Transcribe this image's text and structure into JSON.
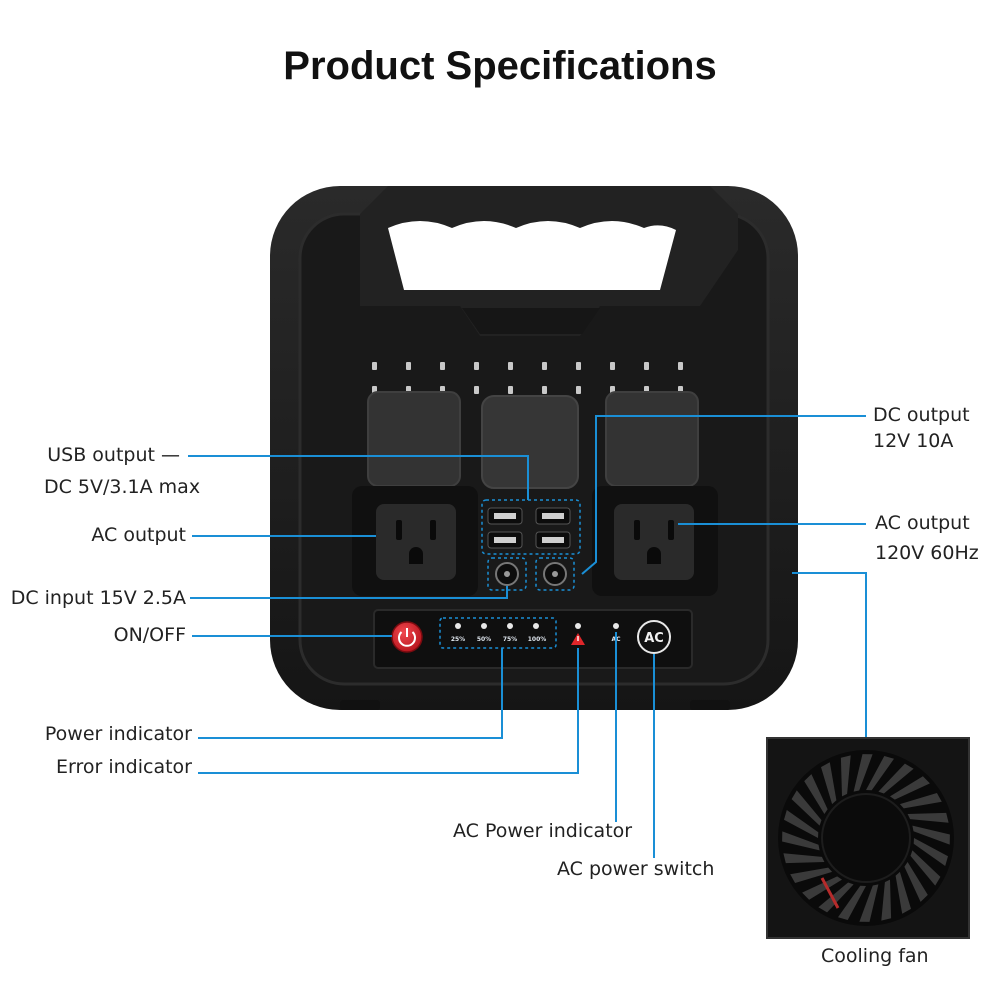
{
  "title": "Product Specifications",
  "labels": {
    "usb_output_line1": "USB output —",
    "usb_output_line2": "DC 5V/3.1A max",
    "ac_output_left": "AC output",
    "dc_input": "DC input 15V 2.5A",
    "on_off": "ON/OFF",
    "power_indicator": "Power indicator",
    "error_indicator": "Error indicator",
    "ac_power_indicator": "AC Power indicator",
    "ac_power_switch": "AC power switch",
    "dc_output_line1": "DC output",
    "dc_output_line2": "12V 10A",
    "ac_output_right_line1": "AC output",
    "ac_output_right_line2": "120V 60Hz",
    "cooling_fan": "Cooling fan"
  },
  "panel": {
    "battery_levels": [
      "25%",
      "50%",
      "75%",
      "100%"
    ],
    "ac_button_text": "AC",
    "ac_led_text": "AC"
  },
  "colors": {
    "callout_line": "#1a8fd6",
    "device_body": "#1e1e1e",
    "power_button": "#d9232d",
    "error_led": "#e0262a"
  },
  "icons": {
    "power_button": "power-icon",
    "error_led": "warning-icon"
  }
}
